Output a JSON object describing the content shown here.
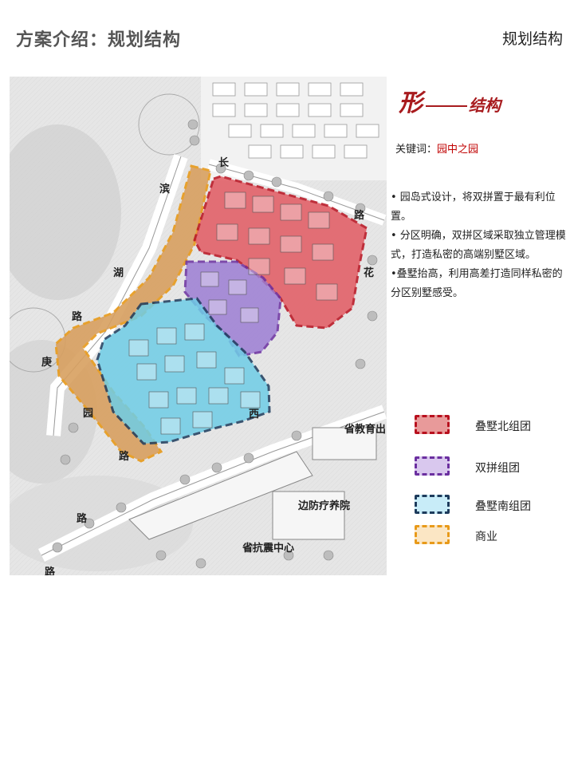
{
  "header": {
    "title": "方案介绍：规划结构",
    "subtitle": "规划结构"
  },
  "style_heading": {
    "big": "形",
    "small": "结构"
  },
  "keywords": {
    "label": "关键词：",
    "value": "园中之园"
  },
  "bullets": [
    "• 园岛式设计，将双拼置于最有利位置。",
    "• 分区明确，双拼区域采取独立管理模式，打造私密的高端别墅区域。",
    "•叠墅抬高，利用高差打造同样私密的分区别墅感受。"
  ],
  "legend": [
    {
      "label": "叠墅北组团",
      "border": "#b8101e",
      "fill": "#e89a9a"
    },
    {
      "label": "双拼组团",
      "border": "#6b2fa0",
      "fill": "#d9c8ee"
    },
    {
      "label": "叠墅南组团",
      "border": "#1d3b5c",
      "fill": "#c8ecf8"
    },
    {
      "label": "商业",
      "border": "#e89a1a",
      "fill": "#fbe6c4"
    }
  ],
  "zones": {
    "north_color": "#e25a62",
    "north_border": "#b8101e",
    "duplex_color": "#9d7ed4",
    "duplex_border": "#6b2fa0",
    "south_color": "#6fcde6",
    "south_border": "#1d3b5c",
    "commerce_color": "#d8a060",
    "commerce_border": "#e89a1a"
  },
  "map_labels": {
    "binhu_road": [
      "滨",
      "湖",
      "路"
    ],
    "gengyuan_road": [
      "庚",
      "园",
      "路"
    ],
    "changhua_road": [
      "长",
      "路",
      "花"
    ],
    "xi": "西",
    "education_bureau": "省教育出",
    "sanatorium": "边防疗养院",
    "earthquake_center": "省抗震中心",
    "lu_bottom": "路",
    "road_bottom": "路"
  }
}
